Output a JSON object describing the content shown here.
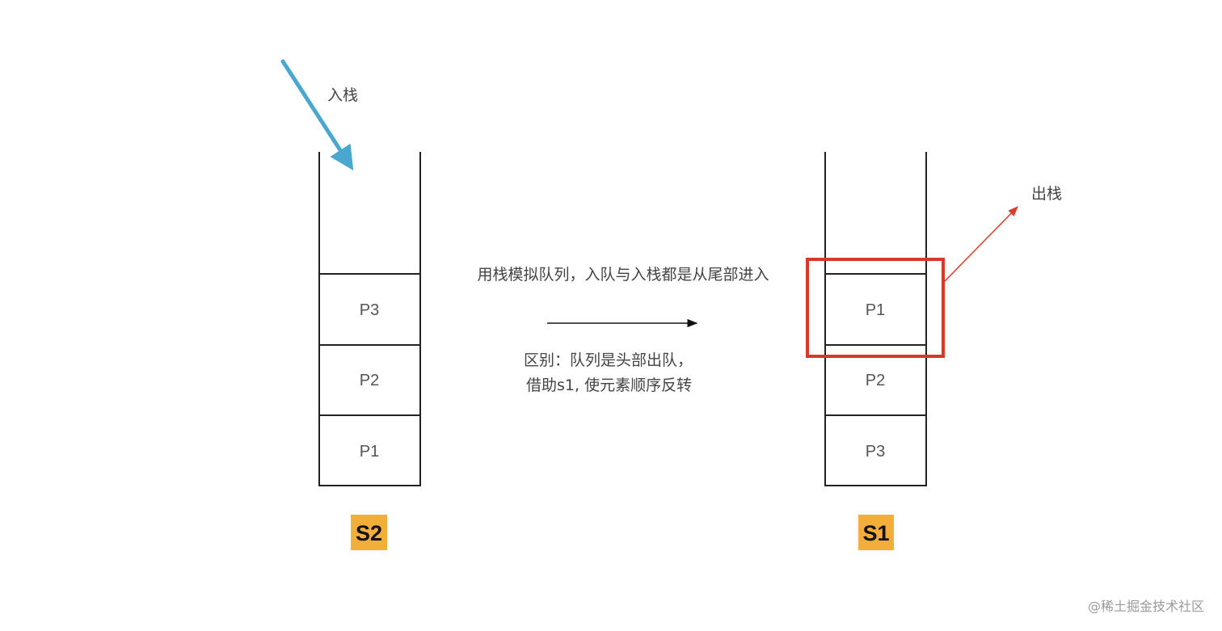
{
  "labels": {
    "push": "入栈",
    "pop": "出栈",
    "description": "用栈模拟队列，入队与入栈都是从尾部进入",
    "difference_line1": "区别：队列是头部出队，",
    "difference_line2": "借助s1, 使元素顺序反转",
    "watermark": "@稀土掘金技术社区"
  },
  "stacks": {
    "s2": {
      "name": "S2",
      "cells": [
        "P3",
        "P2",
        "P1"
      ]
    },
    "s1": {
      "name": "S1",
      "cells": [
        "P1",
        "P2",
        "P3"
      ]
    }
  },
  "colors": {
    "push_arrow": "#4aa8d0",
    "pop_arrow": "#d9402b",
    "highlight_box": "#d33a2c",
    "stack_badge": "#f2ad3a",
    "stroke": "#222222"
  }
}
